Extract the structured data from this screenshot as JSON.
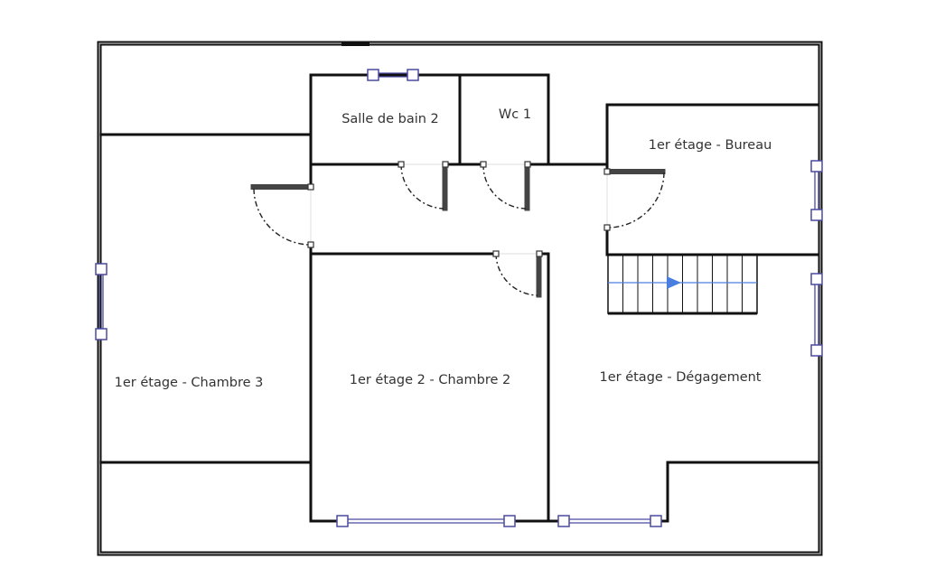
{
  "plan": {
    "rooms": [
      {
        "label": "Salle de bain 2"
      },
      {
        "label": "Wc 1"
      },
      {
        "label": "1er étage - Bureau"
      },
      {
        "label": "1er étage - Chambre 3"
      },
      {
        "label": "1er étage 2 - Chambre 2"
      },
      {
        "label": "1er étage - Dégagement"
      }
    ],
    "colors": {
      "wall": "#111111",
      "window": "#4a4aa0",
      "stair_arrow": "#4a7fe0"
    }
  }
}
